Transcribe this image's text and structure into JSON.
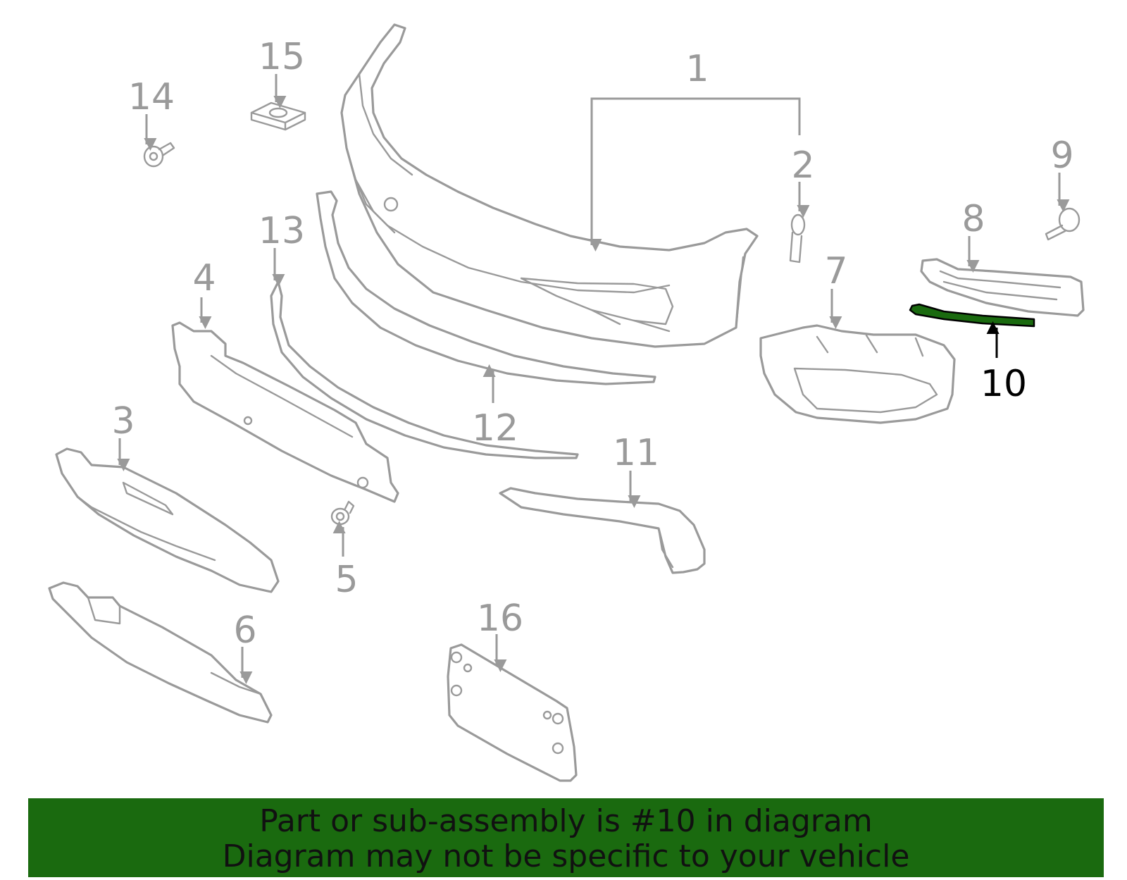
{
  "callouts": {
    "c1": "1",
    "c2": "2",
    "c3": "3",
    "c4": "4",
    "c5": "5",
    "c6": "6",
    "c7": "7",
    "c8": "8",
    "c9": "9",
    "c10": "10",
    "c11": "11",
    "c12": "12",
    "c13": "13",
    "c14": "14",
    "c15": "15",
    "c16": "16"
  },
  "highlight": {
    "part": "10",
    "color": "#1a6a0f"
  },
  "banner": {
    "line1": "Part or sub-assembly is #10 in diagram",
    "line2": "Diagram may not be specific to your vehicle",
    "color": "#1a6a0f"
  }
}
